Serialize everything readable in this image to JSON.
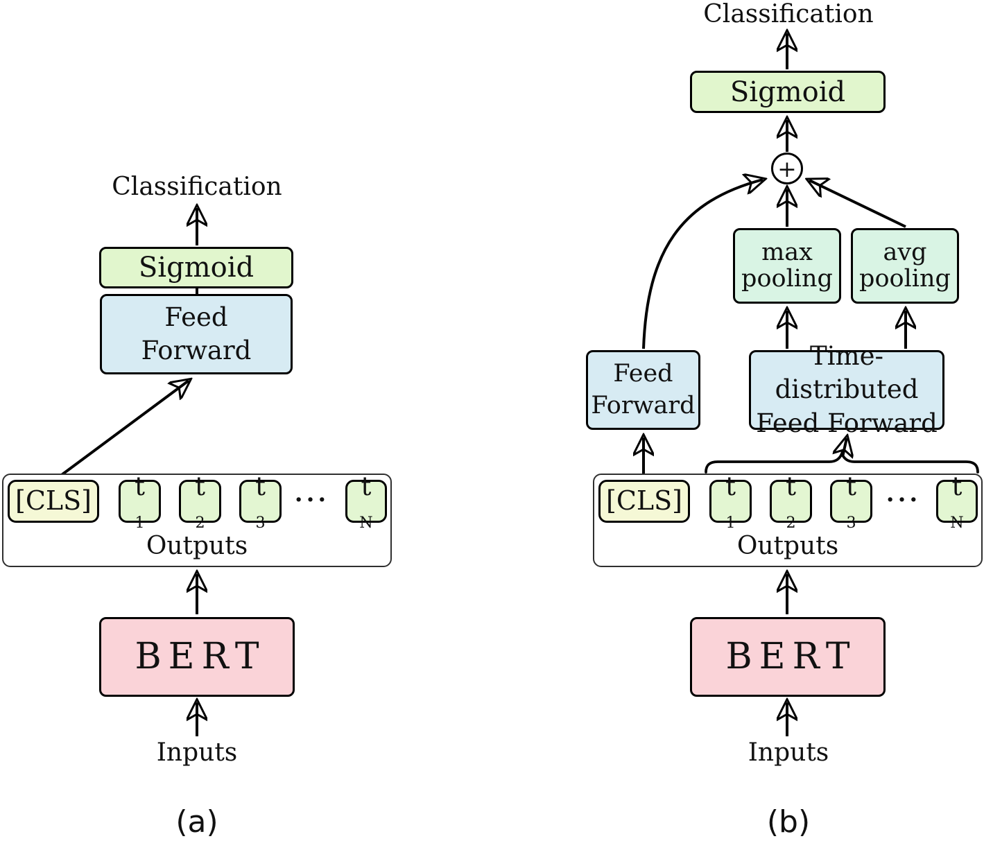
{
  "figure": {
    "panels": [
      {
        "caption": "(a)",
        "classification": "Classification",
        "sigmoid": "Sigmoid",
        "feed_forward": [
          "Feed",
          "Forward"
        ],
        "outputs": "Outputs",
        "bert": "BERT",
        "inputs": "Inputs",
        "tokens": {
          "cls": "[CLS]",
          "t_base": "t",
          "subs": [
            "1",
            "2",
            "3",
            "N"
          ],
          "ellipsis": "···"
        }
      },
      {
        "caption": "(b)",
        "classification": "Classification",
        "sigmoid": "Sigmoid",
        "plus": "+",
        "max_pooling": [
          "max",
          "pooling"
        ],
        "avg_pooling": [
          "avg",
          "pooling"
        ],
        "feed_forward": [
          "Feed",
          "Forward"
        ],
        "time_distributed_ff": [
          "Time-distributed",
          "Feed Forward"
        ],
        "outputs": "Outputs",
        "bert": "BERT",
        "inputs": "Inputs",
        "tokens": {
          "cls": "[CLS]",
          "t_base": "t",
          "subs": [
            "1",
            "2",
            "3",
            "N"
          ],
          "ellipsis": "···"
        }
      }
    ]
  },
  "colors": {
    "sigmoid_bg": "#e1f6cd",
    "ff_bg": "#d7ebf3",
    "pool_bg": "#d9f4e4",
    "bert_bg": "#fad3d8",
    "cls_bg": "#f5f8d6",
    "token_bg": "#e3f6d2",
    "stroke": "#000000"
  }
}
